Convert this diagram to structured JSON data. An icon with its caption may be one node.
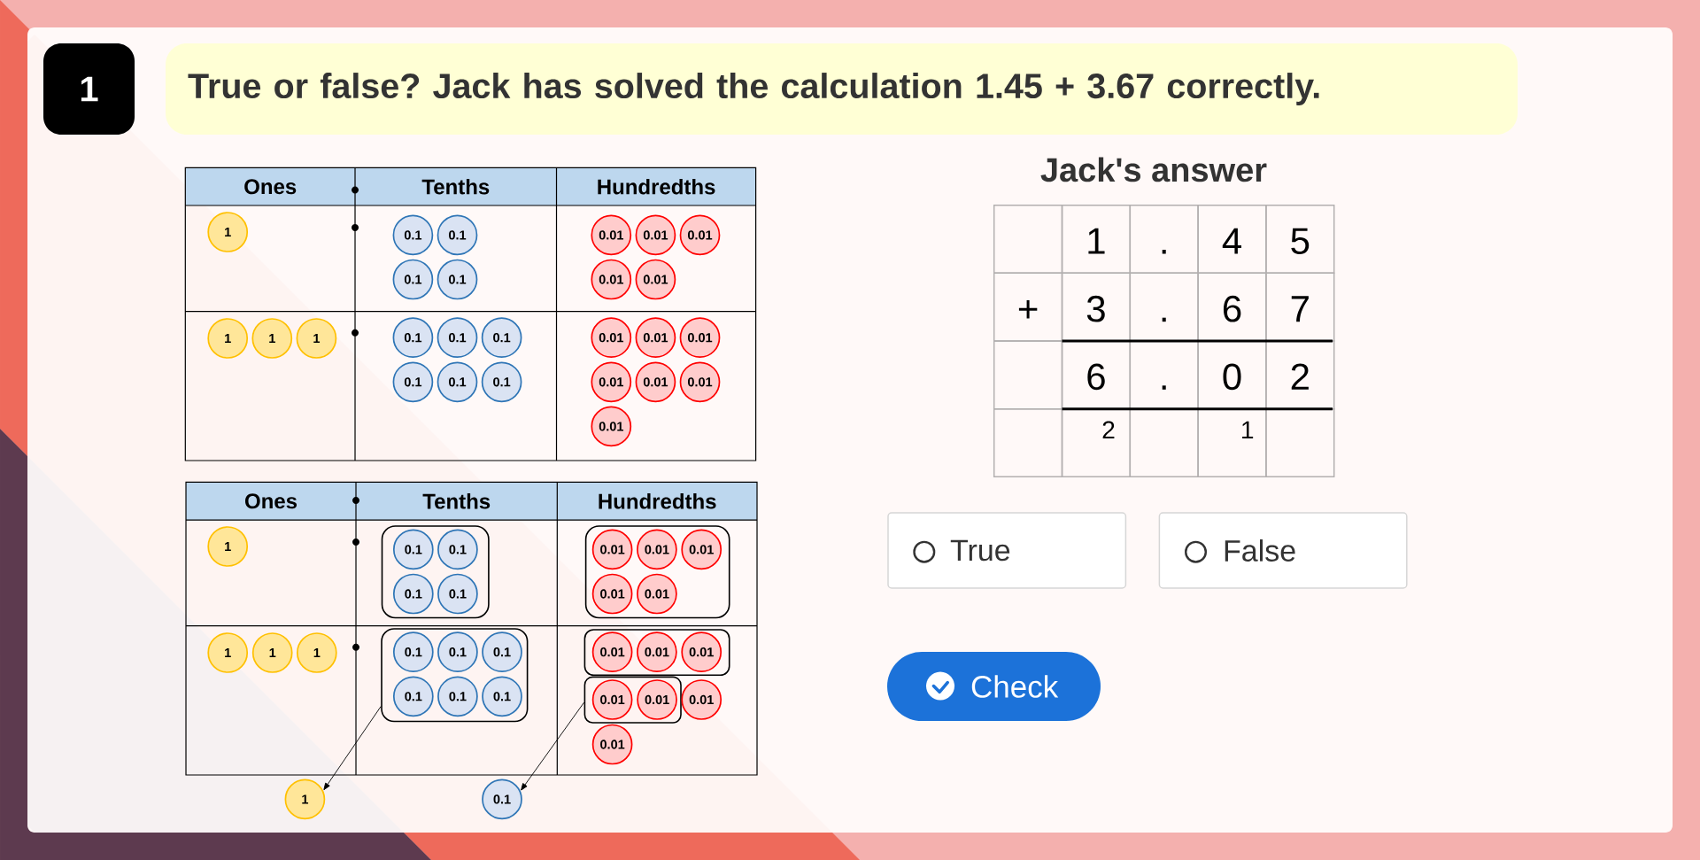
{
  "diagram": {
    "nodes": [
      {
        "text": [
          "1"
        ]
      },
      {
        "text": [
          "True or false? Jack has solved the calculation 1.45 + 3.67 correctly."
        ]
      },
      {
        "text": [
          "1"
        ]
      },
      {
        "text": [
          "0.1"
        ]
      },
      {
        "text": [
          "0.1"
        ]
      },
      {
        "text": [
          "0.1"
        ]
      },
      {
        "text": [
          "0.1"
        ]
      },
      {
        "text": [
          "0.01"
        ]
      },
      {
        "text": [
          "0.01"
        ]
      },
      {
        "text": [
          "0.01"
        ]
      },
      {
        "text": [
          "0.01"
        ]
      },
      {
        "text": [
          "0.01"
        ]
      },
      {
        "text": [
          "1"
        ]
      },
      {
        "text": [
          "1"
        ]
      },
      {
        "text": [
          "1"
        ]
      },
      {
        "text": [
          "0.1"
        ]
      },
      {
        "text": [
          "0.1"
        ]
      },
      {
        "text": [
          "0.1"
        ]
      },
      {
        "text": [
          "0.1"
        ]
      },
      {
        "text": [
          "0.1"
        ]
      },
      {
        "text": [
          "0.1"
        ]
      },
      {
        "text": [
          "0.01"
        ]
      },
      {
        "text": [
          "0.01"
        ]
      },
      {
        "text": [
          "0.01"
        ]
      },
      {
        "text": [
          "0.01"
        ]
      },
      {
        "text": [
          "0.01"
        ]
      },
      {
        "text": [
          "0.01"
        ]
      },
      {
        "text": [
          "0.01"
        ]
      },
      {
        "text": [
          "1"
        ]
      },
      {
        "text": [],
        "shape": "box"
      },
      {
        "text": [
          "0.1"
        ],
        "in": 29
      },
      {
        "text": [
          "0.1"
        ],
        "in": 29
      },
      {
        "text": [
          "0.1"
        ],
        "in": 29
      },
      {
        "text": [
          "0.1"
        ],
        "in": 29
      },
      {
        "text": [],
        "shape": "box"
      },
      {
        "text": [
          "0.01"
        ],
        "in": 34
      },
      {
        "text": [
          "0.01"
        ],
        "in": 34
      },
      {
        "text": [
          "0.01"
        ],
        "in": 34
      },
      {
        "text": [
          "0.01"
        ],
        "in": 34
      },
      {
        "text": [
          "0.01"
        ],
        "in": 34
      },
      {
        "text": [
          "1"
        ]
      },
      {
        "text": [
          "1"
        ]
      },
      {
        "text": [
          "1"
        ]
      },
      {
        "text": [],
        "shape": "box"
      },
      {
        "text": [
          "0.1"
        ],
        "in": 43
      },
      {
        "text": [
          "0.1"
        ],
        "in": 43
      },
      {
        "text": [
          "0.1"
        ],
        "in": 43
      },
      {
        "text": [
          "0.1"
        ],
        "in": 43
      },
      {
        "text": [
          "0.1"
        ],
        "in": 43
      },
      {
        "text": [
          "0.1"
        ],
        "in": 43
      },
      {
        "text": [],
        "shape": "box"
      },
      {
        "text": [
          "0.01"
        ],
        "in": 50
      },
      {
        "text": [
          "0.01"
        ],
        "in": 50
      },
      {
        "text": [
          "0.01"
        ],
        "in": 50
      },
      {
        "text": [],
        "shape": "box"
      },
      {
        "text": [
          "0.01"
        ],
        "in": 54
      },
      {
        "text": [
          "0.01"
        ],
        "in": 54
      },
      {
        "text": [
          "0.01"
        ]
      },
      {
        "text": [
          "0.01"
        ]
      },
      {
        "text": [
          "1"
        ]
      },
      {
        "text": [
          "0.1"
        ]
      },
      {
        "text": [
          "True"
        ]
      },
      {
        "text": [
          "False"
        ]
      },
      {
        "text": [
          "Check"
        ]
      }
    ],
    "edges": [
      {
        "from": 43,
        "to": 59,
        "arrow": "to"
      },
      {
        "from": 54,
        "to": 60,
        "arrow": "to"
      }
    ],
    "labels": [
      "Ones",
      "Tenths",
      "Hundredths",
      "Jack's answer",
      "1",
      ".",
      "4",
      "5",
      "+",
      "3",
      ".",
      "6",
      "7",
      "6",
      ".",
      "0",
      "2",
      "2",
      "1",
      "Ones",
      "Tenths",
      "Hundredths"
    ]
  }
}
